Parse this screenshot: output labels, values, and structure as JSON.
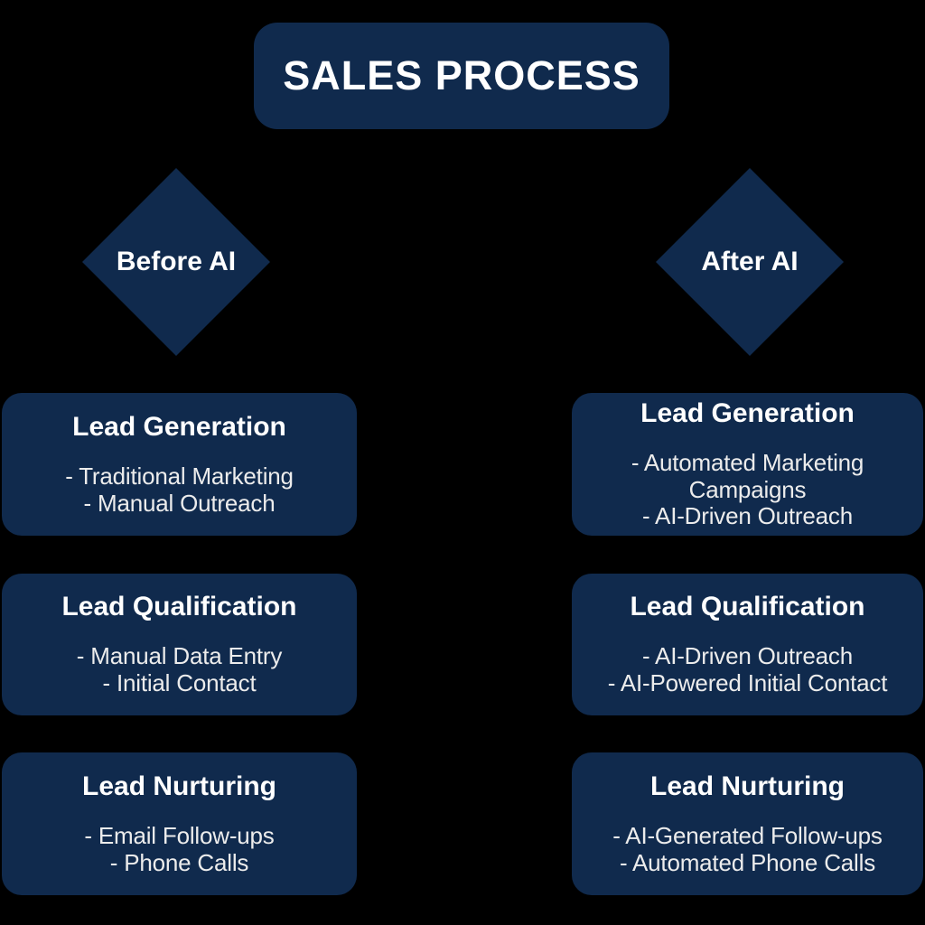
{
  "title": "SALES PROCESS",
  "colors": {
    "background": "#000000",
    "navy": "#102a4d",
    "title_text": "#ffffff",
    "body_text": "#ececec"
  },
  "branches": [
    {
      "label": "Before AI",
      "boxes": [
        {
          "title": "Lead Generation",
          "items": [
            "- Traditional Marketing",
            "- Manual Outreach"
          ]
        },
        {
          "title": "Lead Qualification",
          "items": [
            "- Manual Data Entry",
            "- Initial Contact"
          ]
        },
        {
          "title": "Lead Nurturing",
          "items": [
            "- Email Follow-ups",
            "- Phone Calls"
          ]
        }
      ]
    },
    {
      "label": "After AI",
      "boxes": [
        {
          "title": "Lead Generation",
          "items": [
            "- Automated Marketing Campaigns",
            "- AI-Driven Outreach"
          ]
        },
        {
          "title": "Lead Qualification",
          "items": [
            "- AI-Driven Outreach",
            "- AI-Powered Initial Contact"
          ]
        },
        {
          "title": "Lead Nurturing",
          "items": [
            "- AI-Generated Follow-ups",
            "- Automated Phone Calls"
          ]
        }
      ]
    }
  ]
}
